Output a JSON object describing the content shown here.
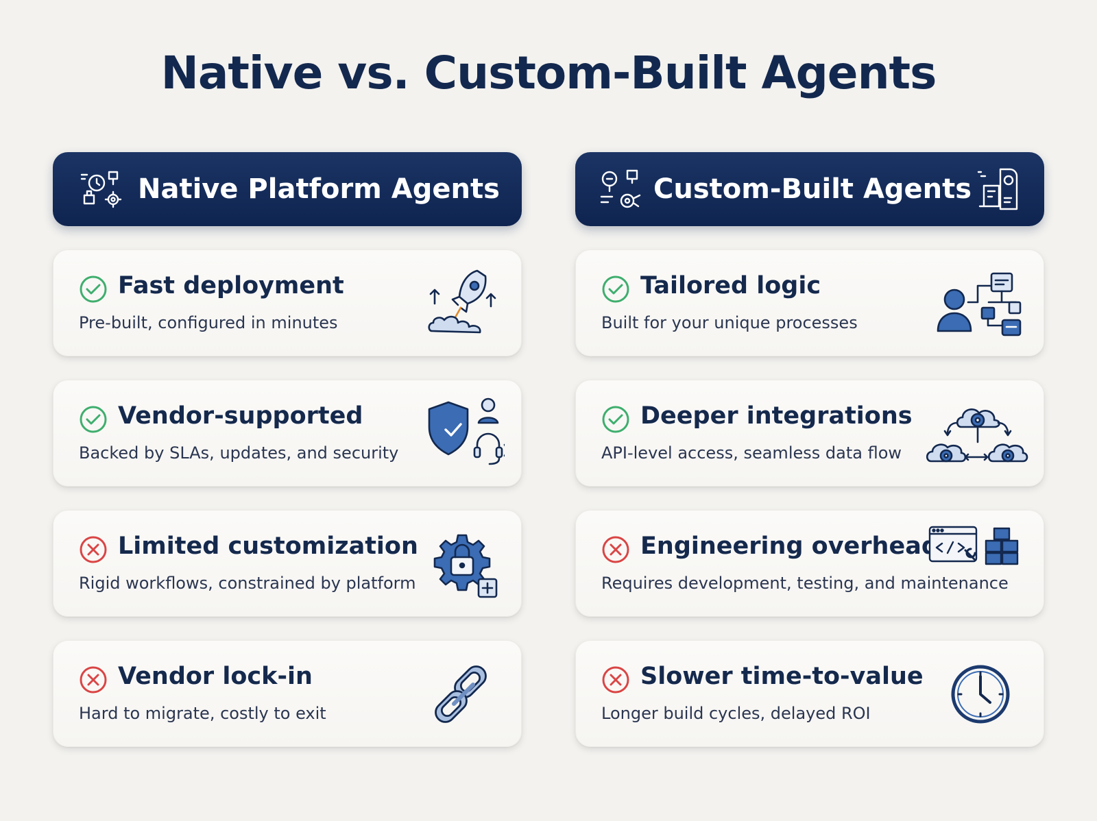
{
  "title": "Native vs. Custom-Built Agents",
  "colors": {
    "navy": "#13284e",
    "blue": "#3b6cb4",
    "check_green": "#3fae6e",
    "cross_red": "#d94545"
  },
  "left": {
    "header": "Native Platform Agents",
    "header_icon": "tools-gear-icon",
    "cards": [
      {
        "status": "pro",
        "status_icon": "check-circle-icon",
        "title": "Fast deployment",
        "desc": "Pre-built, configured in minutes",
        "icon": "rocket-icon"
      },
      {
        "status": "pro",
        "status_icon": "check-circle-icon",
        "title": "Vendor-supported",
        "desc": "Backed by SLAs, updates, and security",
        "icon": "shield-support-icon"
      },
      {
        "status": "con",
        "status_icon": "x-circle-icon",
        "title": "Limited customization",
        "desc": "Rigid workflows, constrained by platform",
        "icon": "gear-lock-icon"
      },
      {
        "status": "con",
        "status_icon": "x-circle-icon",
        "title": "Vendor lock-in",
        "desc": "Hard to migrate, costly to exit",
        "icon": "chain-link-icon"
      }
    ]
  },
  "right": {
    "header": "Custom-Built Agents",
    "header_icon": "builder-icon",
    "header_icon_right": "blueprint-icon",
    "cards": [
      {
        "status": "pro",
        "status_icon": "check-circle-icon",
        "title": "Tailored logic",
        "desc": "Built for your unique processes",
        "icon": "user-flowchart-icon"
      },
      {
        "status": "pro",
        "status_icon": "check-circle-icon",
        "title": "Deeper integrations",
        "desc": "API-level access, seamless data flow",
        "icon": "cloud-gears-icon"
      },
      {
        "status": "con",
        "status_icon": "x-circle-icon",
        "title": "Engineering overhead",
        "desc": "Requires development, testing, and maintenance",
        "icon": "code-window-icon"
      },
      {
        "status": "con",
        "status_icon": "x-circle-icon",
        "title": "Slower time-to-value",
        "desc": "Longer build cycles, delayed ROI",
        "icon": "clock-icon"
      }
    ]
  }
}
